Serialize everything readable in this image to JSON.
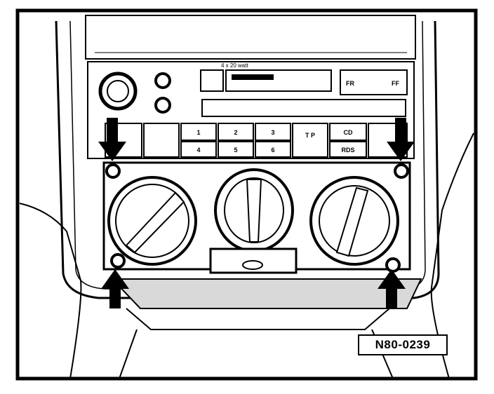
{
  "figure": {
    "reference_id": "N80-0239"
  },
  "radio": {
    "display_caption": "4 x 20 watt",
    "buttons_row1": [
      "1",
      "2",
      "3",
      "T P",
      "CD"
    ],
    "buttons_row2": [
      "4",
      "5",
      "6",
      "RDS"
    ],
    "band_buttons": [
      "FR",
      "FF"
    ]
  },
  "colors": {
    "line": "#000000",
    "panel_shade": "#d9d9d9",
    "background": "#ffffff"
  }
}
